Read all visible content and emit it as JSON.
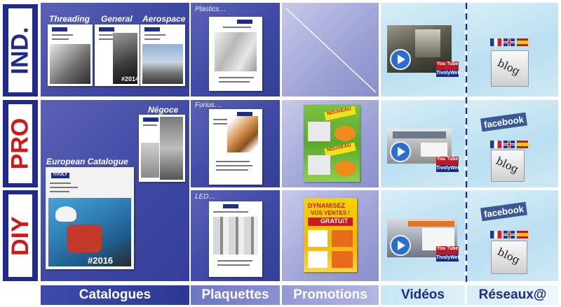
{
  "rows": {
    "ind": "IND.",
    "pro": "PRO",
    "diy": "DIY"
  },
  "catalogues": {
    "threading": "Threading",
    "general": "General",
    "aerospace": "Aerospace",
    "negoce": "Négoce",
    "european": "European Catalogue",
    "year_2014": "#2014",
    "year_2016": "#2016",
    "brand": "TIVOLY"
  },
  "plaquettes": {
    "plastics": "Plastics…",
    "furius": "Furius…",
    "led": "LED…"
  },
  "promotions": {
    "nouveau": "NOUVEAU",
    "dynamisez_1": "DYNAMISEZ",
    "dynamisez_2": "VOS VENTES !",
    "gratuit": "GRATUIT"
  },
  "videos": {
    "youtube": "You Tube",
    "channel": "TivolyWeb"
  },
  "reseaux": {
    "facebook": "facebook",
    "blog": "blog"
  },
  "footer": {
    "catalogues": "Catalogues",
    "plaquettes": "Plaquettes",
    "promotions": "Promotions",
    "videos": "Vidéos",
    "reseaux": "Réseaux@"
  },
  "colors": {
    "navy": "#1f2a8a",
    "ind": "#1f2a8a",
    "pro": "#d01818",
    "diy": "#d01818",
    "video_label": "#1f2a8a"
  }
}
